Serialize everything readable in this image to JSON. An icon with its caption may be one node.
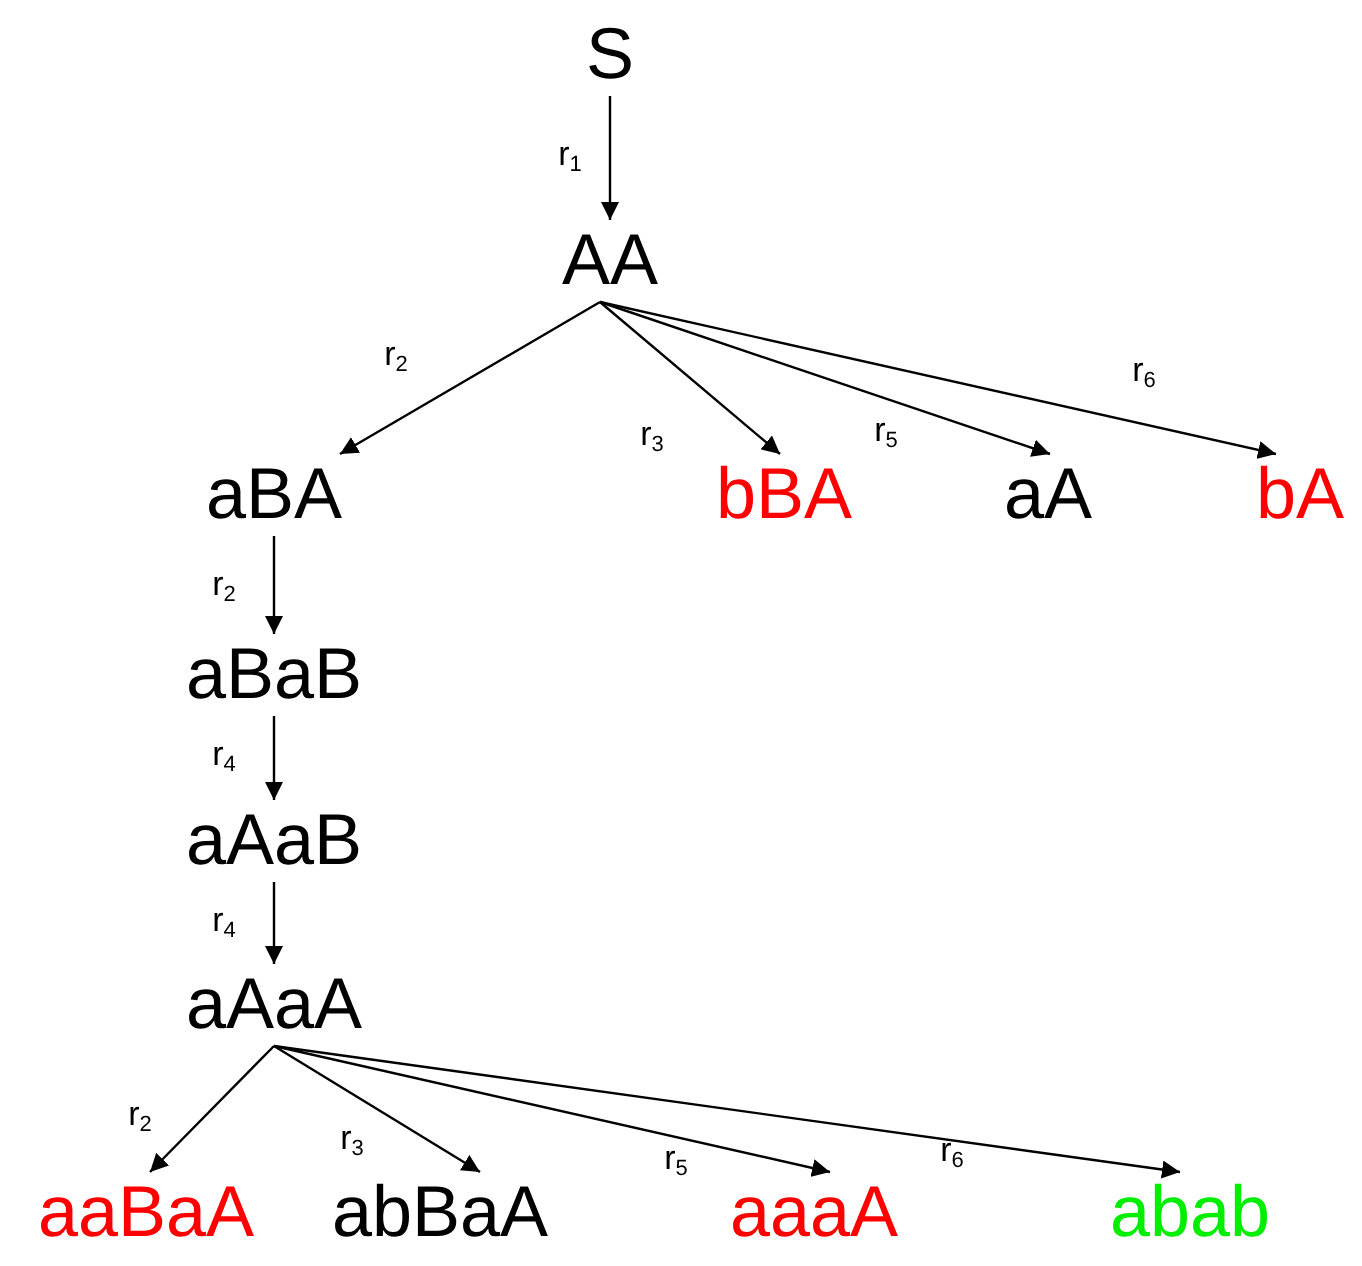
{
  "diagram": {
    "nodes": [
      {
        "text": [
          "S"
        ]
      },
      {
        "text": [
          "AA"
        ]
      },
      {
        "text": [
          "aBA"
        ]
      },
      {
        "text": [
          "bBA"
        ]
      },
      {
        "text": [
          "aA"
        ]
      },
      {
        "text": [
          "bA"
        ]
      },
      {
        "text": [
          "aBaB"
        ]
      },
      {
        "text": [
          "aAaB"
        ]
      },
      {
        "text": [
          "aAaA"
        ]
      },
      {
        "text": [
          "aaBaA"
        ]
      },
      {
        "text": [
          "abBaA"
        ]
      },
      {
        "text": [
          "aaaA"
        ]
      },
      {
        "text": [
          "abab"
        ]
      }
    ],
    "edges": [
      {
        "from": 0,
        "to": 1,
        "arrow": "to",
        "label": "r$_{1}$"
      },
      {
        "from": 1,
        "to": 2,
        "arrow": "to",
        "label": "r$_{2}$"
      },
      {
        "from": 1,
        "to": 3,
        "arrow": "to",
        "label": "r$_{3}$"
      },
      {
        "from": 1,
        "to": 4,
        "arrow": "to",
        "label": "r$_{5}$"
      },
      {
        "from": 1,
        "to": 5,
        "arrow": "to",
        "label": "r$_{6}$"
      },
      {
        "from": 2,
        "to": 6,
        "arrow": "to",
        "label": "r$_{2}$"
      },
      {
        "from": 6,
        "to": 7,
        "arrow": "to",
        "label": "r$_{4}$"
      },
      {
        "from": 7,
        "to": 8,
        "arrow": "to",
        "label": "r$_{4}$"
      },
      {
        "from": 8,
        "to": 9,
        "arrow": "to",
        "label": "r$_{2}$"
      },
      {
        "from": 8,
        "to": 10,
        "arrow": "to",
        "label": "r$_{3}$"
      },
      {
        "from": 8,
        "to": 11,
        "arrow": "to",
        "label": "r$_{5}$"
      },
      {
        "from": 8,
        "to": 12,
        "arrow": "to",
        "label": "r$_{6}$"
      }
    ]
  }
}
